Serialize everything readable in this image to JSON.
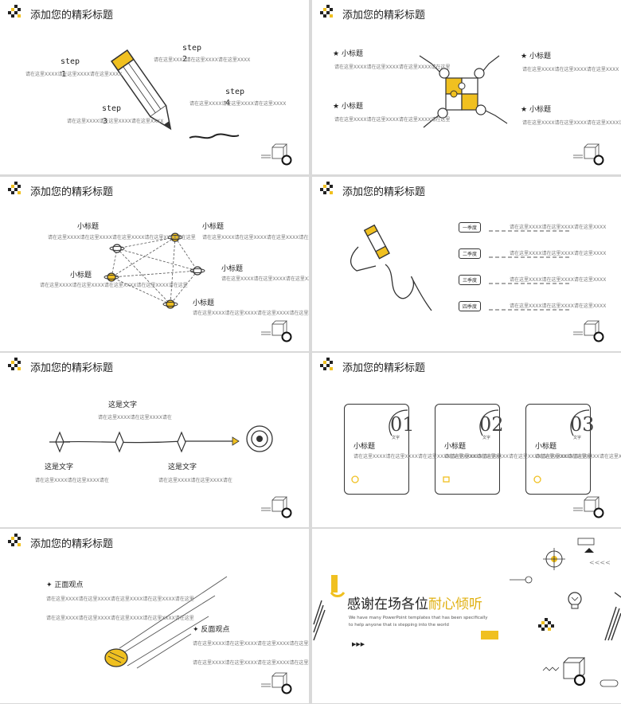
{
  "slide_title": "添加您的精彩标题",
  "placeholder_short": "请在这里XXXX请在这里XXXX请在这里XXXX",
  "placeholder_mid": "请在这里XXXX请在这里XXXX请在这里XXXX请在这里",
  "placeholder_long": "请在这里XXXX请在这里XXXX请在这里XXXX请在这里XXXX请在这里",
  "placeholder_xx": "请在这里XXXX请在这里XXXX请在",
  "slide1": {
    "steps": [
      {
        "word": "step",
        "num": "1"
      },
      {
        "word": "step",
        "num": "2"
      },
      {
        "word": "step",
        "num": "3"
      },
      {
        "word": "step",
        "num": "4"
      }
    ]
  },
  "subtitle": "小标题",
  "slide4": {
    "quarters": [
      "一季度",
      "二季度",
      "三季度",
      "四季度"
    ]
  },
  "slide5": {
    "text": "这是文字"
  },
  "slide6": {
    "nums": [
      "01",
      "02",
      "03"
    ],
    "label": "文字"
  },
  "slide7": {
    "positive": "正面观点",
    "negative": "反面观点"
  },
  "slide8": {
    "thanks_a": "感谢在场各位",
    "thanks_b": "耐心倾听",
    "en1": "We have many PowerPoint templates that has been specifically",
    "en2": "to help anyone that is stepping into the world",
    "arrows": "▶▶▶",
    "chev": "<<<<"
  },
  "colors": {
    "accent": "#f0c020",
    "ink": "#333333"
  }
}
